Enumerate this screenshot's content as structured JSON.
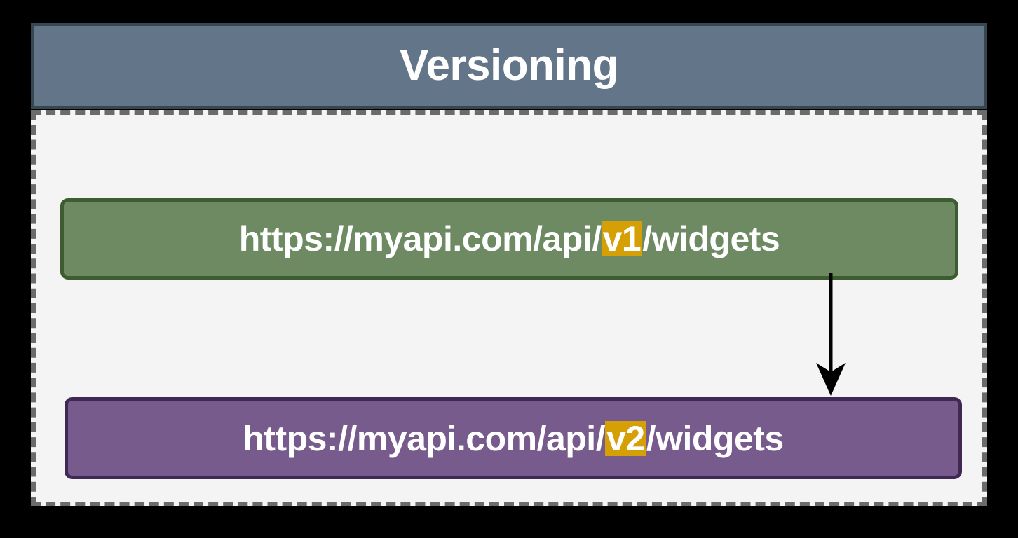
{
  "diagram": {
    "title": "Versioning",
    "title_bar": {
      "fill_color": "#637589",
      "border_color": "#37474f",
      "text_color": "#ffffff"
    },
    "container": {
      "background_color": "#f4f4f4",
      "border_color": "#6b6b6b",
      "border_style": "dashed"
    },
    "nodes": [
      {
        "id": "v1",
        "url_prefix": "https://myapi.com/api/",
        "version": "v1",
        "url_suffix": "/widgets",
        "full_url": "https://myapi.com/api/v1/widgets",
        "fill_color": "#6d8a63",
        "border_color": "#3d5c2f",
        "text_color": "#ffffff",
        "highlight_color": "#d4a006"
      },
      {
        "id": "v2",
        "url_prefix": "https://myapi.com/api/",
        "version": "v2",
        "url_suffix": "/widgets",
        "full_url": "https://myapi.com/api/v2/widgets",
        "fill_color": "#765b8c",
        "border_color": "#3f2952",
        "text_color": "#ffffff",
        "highlight_color": "#d4a006"
      }
    ],
    "connector": {
      "name": "arrow-v1-to-v2",
      "from": "v1",
      "to": "v2",
      "color": "#000000",
      "style": "solid-line-with-filled-arrowhead"
    }
  }
}
